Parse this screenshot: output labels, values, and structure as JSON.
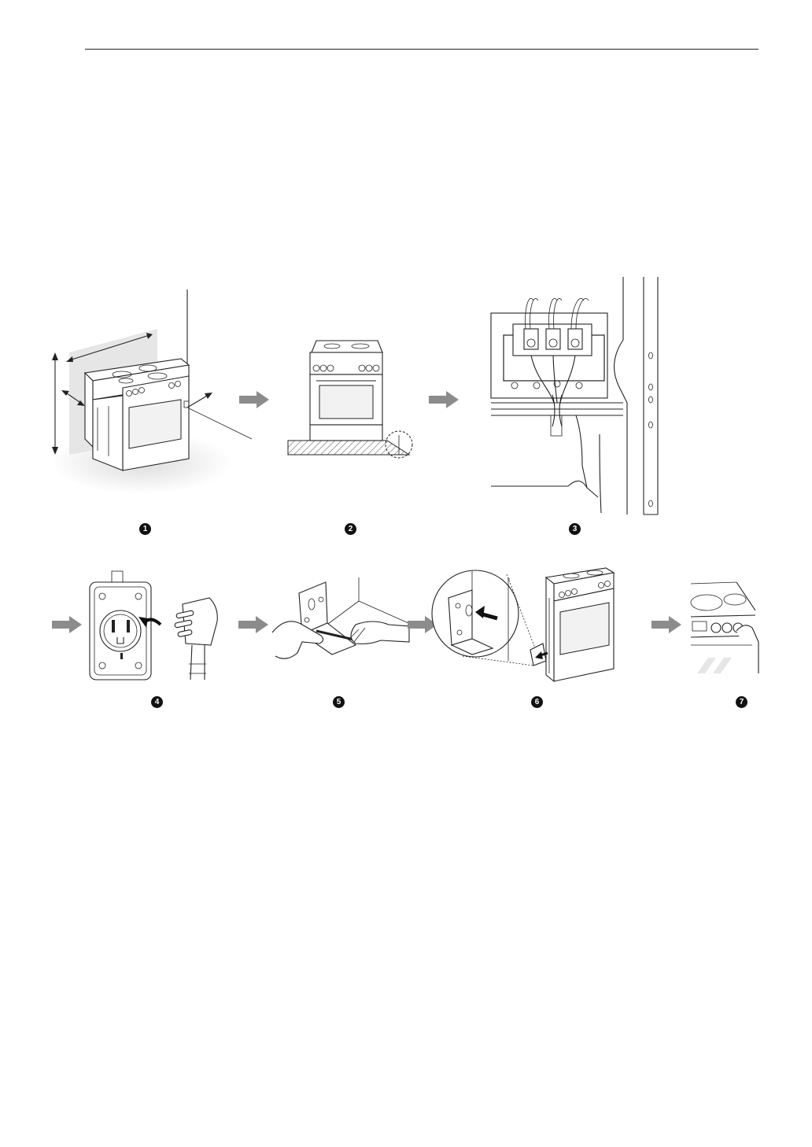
{
  "steps": [
    {
      "number": "1",
      "depicts": "range-clearance-dimensions"
    },
    {
      "number": "2",
      "depicts": "range-level-floor"
    },
    {
      "number": "3",
      "depicts": "terminal-block-wiring"
    },
    {
      "number": "4",
      "depicts": "power-outlet-plug"
    },
    {
      "number": "5",
      "depicts": "anti-tip-bracket-install"
    },
    {
      "number": "6",
      "depicts": "anti-tip-bracket-engage"
    },
    {
      "number": "7",
      "depicts": "control-knob-test"
    }
  ],
  "colors": {
    "arrow": "#8c8c8c",
    "badge": "#111111",
    "line": "#222222",
    "shade": "#e6e6e6"
  },
  "icons": {
    "flow_arrow": "arrow-right-icon"
  }
}
